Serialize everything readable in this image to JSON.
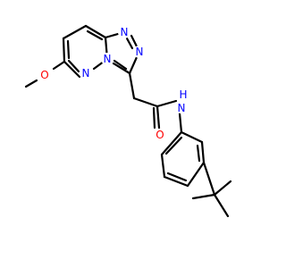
{
  "molecule": {
    "atoms": {
      "O_methoxy": {
        "symbol": "O",
        "color": "#ff0000"
      },
      "N_pyridazine": {
        "symbol": "N",
        "color": "#0000ff"
      },
      "N_bridge": {
        "symbol": "N",
        "color": "#0000ff"
      },
      "N_triazole_1": {
        "symbol": "N",
        "color": "#0000ff"
      },
      "N_triazole_2": {
        "symbol": "N",
        "color": "#0000ff"
      },
      "O_carbonyl": {
        "symbol": "O",
        "color": "#ff0000"
      },
      "N_amide": {
        "symbol": "N",
        "color": "#0000ff"
      },
      "H_amide": {
        "symbol": "H",
        "color": "#0000ff"
      }
    },
    "bond_color": "#000000"
  }
}
